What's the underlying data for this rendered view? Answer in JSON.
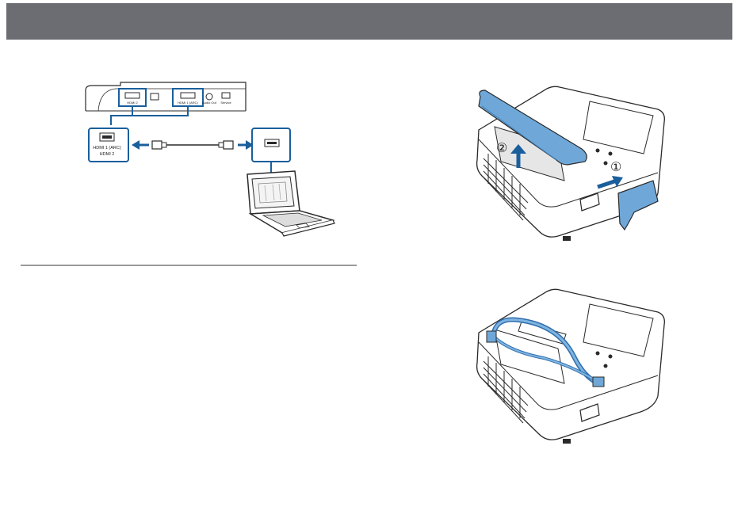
{
  "hdmi_figure": {
    "port_label_1": "HDMI 1 (ARC)",
    "port_label_2": "HDMI 2",
    "panel_hdmi2": "HDMI 2",
    "panel_hdmi1": "HDMI 1 (ARC)",
    "panel_audio": "Audio Out",
    "panel_service": "Service"
  },
  "cover_figure": {
    "step_1": "①",
    "step_2": "②"
  },
  "colors": {
    "header": "#6c6d72",
    "accent_blue": "#1a5f9c",
    "cover_blue": "#6fa8d8",
    "line": "#2a2a2a"
  }
}
